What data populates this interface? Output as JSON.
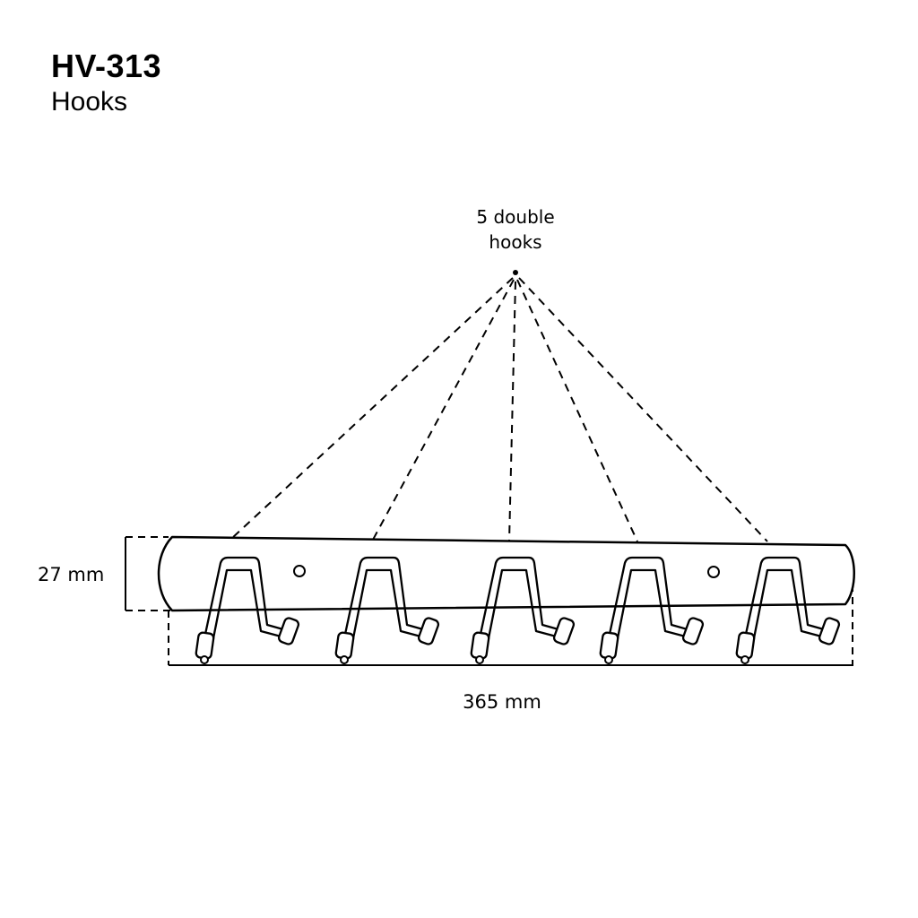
{
  "product": {
    "code": "HV-313",
    "name": "Hooks"
  },
  "callout": {
    "line1": "5 double",
    "line2": "hooks"
  },
  "dimensions": {
    "height": "27 mm",
    "width": "365 mm"
  },
  "colors": {
    "line": "#000000",
    "background": "#ffffff"
  }
}
